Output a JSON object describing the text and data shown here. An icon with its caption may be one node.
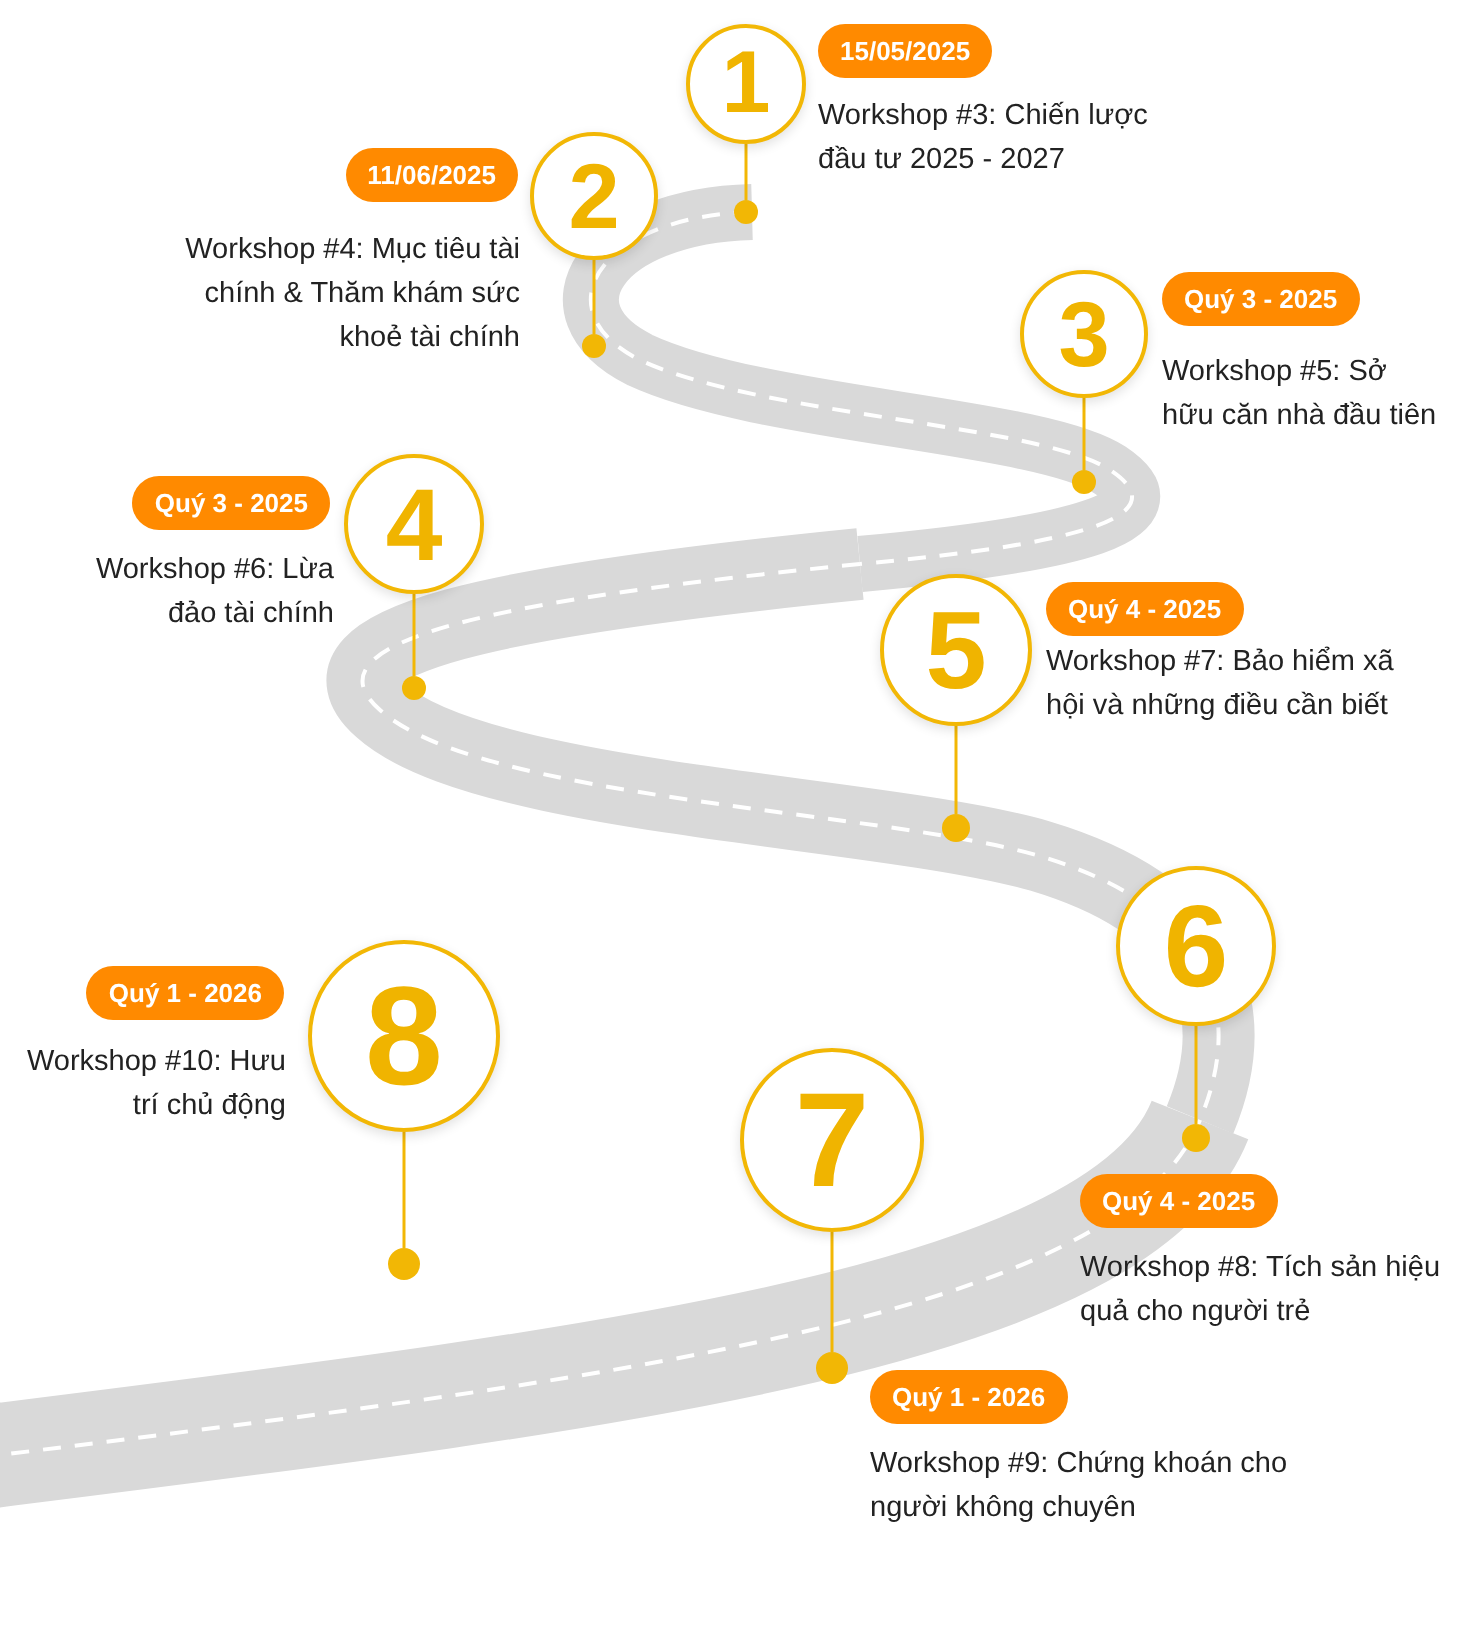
{
  "diagram": {
    "nodes": [
      {
        "text": [
          "1"
        ]
      },
      {
        "text": [
          "15/05/2025"
        ]
      },
      {
        "text": [],
        "shape": "circle"
      },
      {
        "text": [
          "2"
        ]
      },
      {
        "text": [
          "11/06/2025"
        ]
      },
      {
        "text": [],
        "shape": "circle"
      },
      {
        "text": [
          "3"
        ]
      },
      {
        "text": [
          "Quý 3 - 2025"
        ]
      },
      {
        "text": [],
        "shape": "circle"
      },
      {
        "text": [
          "4"
        ]
      },
      {
        "text": [
          "Quý 3 - 2025"
        ]
      },
      {
        "text": [],
        "shape": "circle"
      },
      {
        "text": [
          "5"
        ]
      },
      {
        "text": [
          "Quý 4 - 2025"
        ]
      },
      {
        "text": [],
        "shape": "circle"
      },
      {
        "text": [
          "6"
        ]
      },
      {
        "text": [
          "Quý 4 - 2025"
        ]
      },
      {
        "text": [],
        "shape": "circle"
      },
      {
        "text": [
          "7"
        ]
      },
      {
        "text": [
          "Quý 1 - 2026"
        ]
      },
      {
        "text": [],
        "shape": "circle"
      },
      {
        "text": [
          "8"
        ]
      },
      {
        "text": [
          "Quý 1 - 2026"
        ]
      },
      {
        "text": [],
        "shape": "circle"
      }
    ],
    "edges": [
      {
        "from": 0,
        "to": 2,
        "arrow": "none"
      },
      {
        "from": 3,
        "to": 5,
        "arrow": "none"
      },
      {
        "from": 6,
        "to": 8,
        "arrow": "none"
      },
      {
        "from": 9,
        "to": 11,
        "arrow": "none"
      },
      {
        "from": 12,
        "to": 14,
        "arrow": "none"
      },
      {
        "from": 15,
        "to": 17,
        "arrow": "none"
      },
      {
        "from": 18,
        "to": 20,
        "arrow": "none"
      },
      {
        "from": 21,
        "to": 23,
        "arrow": "none"
      }
    ],
    "labels": [
      "Workshop #3: Chiến lược đầu tư 2025 - 2027",
      "Workshop #4: Mục tiêu tài chính & Thăm khám sức khoẻ tài chính",
      "Workshop #5: Sở hữu căn nhà đầu tiên",
      "Workshop #6: Lừa đảo tài chính",
      "Workshop #7: Bảo hiểm xã hội và những điều cần biết",
      "Workshop #8: Tích sản hiệu quả cho người trẻ",
      "Workshop #9: Chứng khoán cho người không chuyên",
      "Workshop #10: Hưu trí chủ động"
    ]
  }
}
